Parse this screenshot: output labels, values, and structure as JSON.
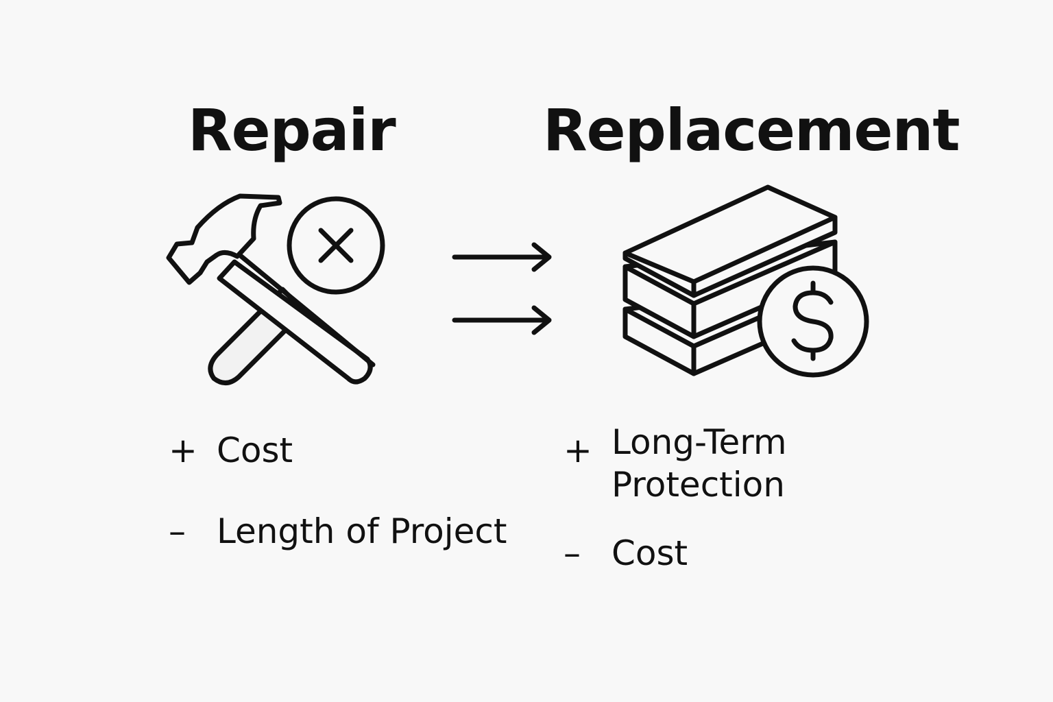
{
  "left": {
    "title": "Repair",
    "icon": "hammer-and-wrench-cross-icon",
    "items": [
      {
        "sign": "+",
        "text": "Cost"
      },
      {
        "sign": "–",
        "text": "Length of Project"
      }
    ]
  },
  "right": {
    "title": "Replacement",
    "icon": "money-stack-with-dollar-coin-icon",
    "items": [
      {
        "sign": "+",
        "text": "Long-Term\nProtection"
      },
      {
        "sign": "–",
        "text": "Cost"
      }
    ]
  },
  "connector": {
    "icon": "double-right-arrow-icon"
  },
  "colors": {
    "background": "#f8f8f8",
    "ink": "#111111"
  }
}
